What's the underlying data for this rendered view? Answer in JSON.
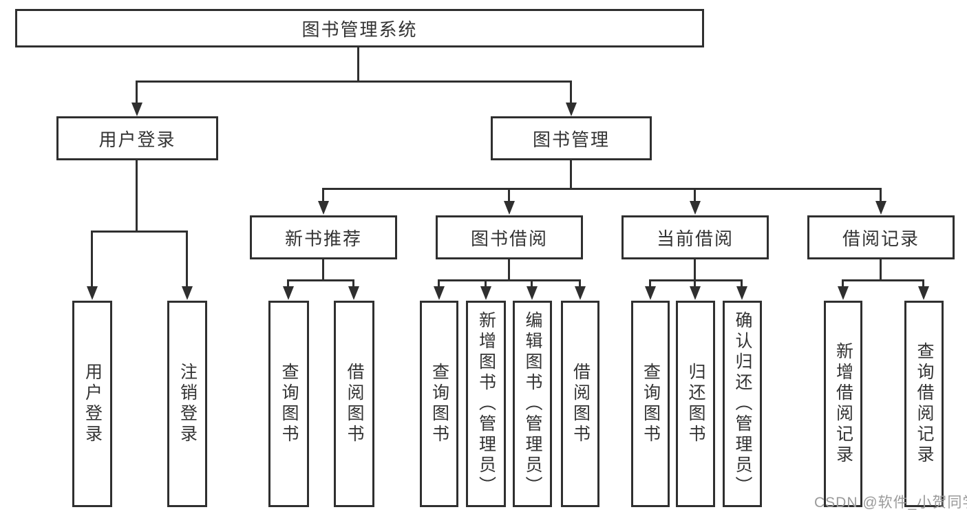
{
  "nodes": {
    "root": "图书管理系统",
    "user_login": "用户登录",
    "book_mgmt": "图书管理",
    "new_book_rec": "新书推荐",
    "book_borrow": "图书借阅",
    "current_borrow": "当前借阅",
    "borrow_record": "借阅记录",
    "leaf_user_login": "用户登录",
    "leaf_logout": "注销登录",
    "leaf_nb_query": "查询图书",
    "leaf_nb_borrow": "借阅图书",
    "leaf_bb_query": "查询图书",
    "leaf_bb_add": "新增图书（管理员）",
    "leaf_bb_edit": "编辑图书（管理员）",
    "leaf_bb_borrow": "借阅图书",
    "leaf_cb_query": "查询图书",
    "leaf_cb_return": "归还图书",
    "leaf_cb_confirm": "确认归还（管理员）",
    "leaf_br_add": "新增借阅记录",
    "leaf_br_query": "查询借阅记录"
  },
  "watermark": "CSDN @软件_小贺同学",
  "colors": {
    "line": "#2f2f2f",
    "text": "#333333",
    "watermark": "#9a9a9a",
    "background": "#ffffff"
  }
}
